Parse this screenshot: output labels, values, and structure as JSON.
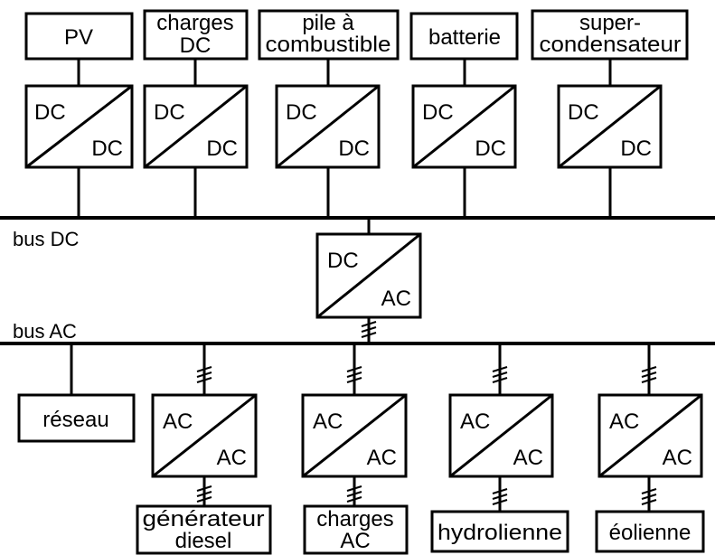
{
  "colors": {
    "line": "#000000",
    "background": "#ffffff"
  },
  "buses": {
    "dc": {
      "label": "bus DC"
    },
    "ac": {
      "label": "bus AC"
    }
  },
  "top_sources": [
    {
      "lines": [
        "PV"
      ],
      "converter": {
        "in": "DC",
        "out": "DC"
      }
    },
    {
      "lines": [
        "charges",
        "DC"
      ],
      "converter": {
        "in": "DC",
        "out": "DC"
      }
    },
    {
      "lines": [
        "pile à",
        "combustible"
      ],
      "converter": {
        "in": "DC",
        "out": "DC"
      }
    },
    {
      "lines": [
        "batterie"
      ],
      "converter": {
        "in": "DC",
        "out": "DC"
      }
    },
    {
      "lines": [
        "super-",
        "condensateur"
      ],
      "converter": {
        "in": "DC",
        "out": "DC"
      }
    }
  ],
  "inverter": {
    "in": "DC",
    "out": "AC"
  },
  "grid": {
    "lines": [
      "réseau"
    ]
  },
  "bottom_sources": [
    {
      "lines": [
        "générateur",
        "diesel"
      ],
      "converter": {
        "in": "AC",
        "out": "AC"
      }
    },
    {
      "lines": [
        "charges",
        "AC"
      ],
      "converter": {
        "in": "AC",
        "out": "AC"
      }
    },
    {
      "lines": [
        "hydrolienne"
      ],
      "converter": {
        "in": "AC",
        "out": "AC"
      }
    },
    {
      "lines": [
        "éolienne"
      ],
      "converter": {
        "in": "AC",
        "out": "AC"
      }
    }
  ]
}
